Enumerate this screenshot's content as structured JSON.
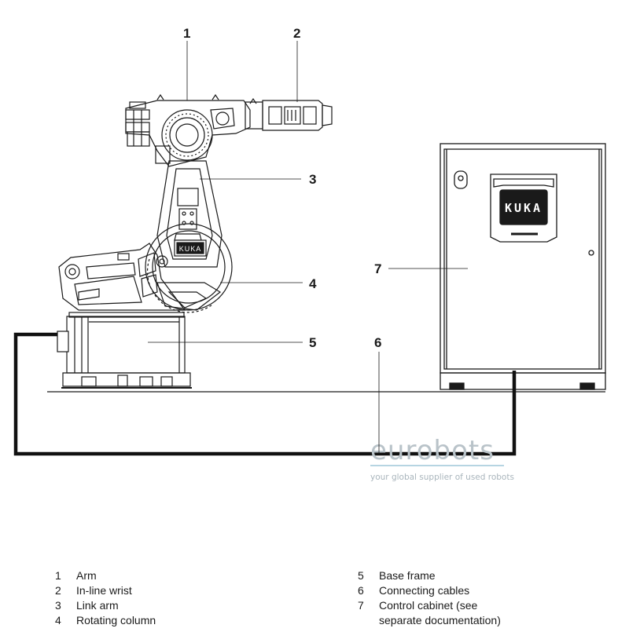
{
  "callouts": {
    "c1": "1",
    "c2": "2",
    "c3": "3",
    "c4": "4",
    "c5": "5",
    "c6": "6",
    "c7": "7"
  },
  "watermark": {
    "brand": "eurobots",
    "tagline": "your global supplier of used robots"
  },
  "cabinet_logo": "KUKA",
  "legend": {
    "left": [
      {
        "num": "1",
        "label": "Arm"
      },
      {
        "num": "2",
        "label": "In-line wrist"
      },
      {
        "num": "3",
        "label": "Link arm"
      },
      {
        "num": "4",
        "label": "Rotating column"
      }
    ],
    "right": [
      {
        "num": "5",
        "label": "Base frame"
      },
      {
        "num": "6",
        "label": "Connecting cables"
      },
      {
        "num": "7",
        "label": "Control cabinet (see\nseparate documentation)"
      }
    ]
  },
  "colors": {
    "line": "#1a1a1a",
    "watermark": "#b9c3c9",
    "watermark_rule": "#9ec7d8"
  }
}
